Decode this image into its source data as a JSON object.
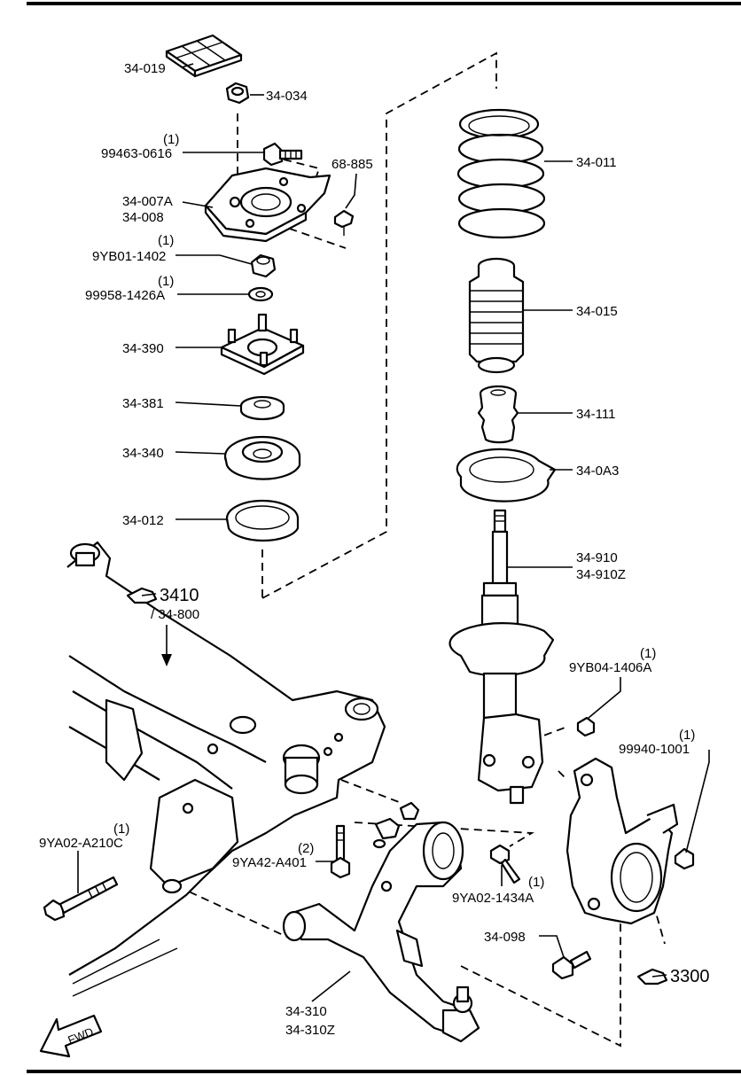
{
  "parts": {
    "p34_019": "34-019",
    "p34_034": "34-034",
    "p99463_qty": "(1)",
    "p99463": "99463-0616",
    "p68_885": "68-885",
    "p34_007a": "34-007A",
    "p34_008": "34-008",
    "p9yb01_qty": "(1)",
    "p9yb01": "9YB01-1402",
    "p99958_qty": "(1)",
    "p99958": "99958-1426A",
    "p34_390": "34-390",
    "p34_381": "34-381",
    "p34_340": "34-340",
    "p34_012": "34-012",
    "p34_011": "34-011",
    "p34_015": "34-015",
    "p34_111": "34-111",
    "p34_0a3": "34-0A3",
    "p34_910": "34-910",
    "p34_910z": "34-910Z",
    "p9yb04_qty": "(1)",
    "p9yb04": "9YB04-1406A",
    "p99940_qty": "(1)",
    "p99940": "99940-1001",
    "p9ya02a_qty": "(1)",
    "p9ya02a": "9YA02-A210C",
    "p9ya42_qty": "(2)",
    "p9ya42": "9YA42-A401",
    "p9ya02b_qty": "(1)",
    "p9ya02b": "9YA02-1434A",
    "p34_098": "34-098",
    "p34_310": "34-310",
    "p34_310z": "34-310Z"
  },
  "refs": {
    "ref3410": "3410",
    "ref34_800": "/ 34-800",
    "ref3300": "3300"
  },
  "fwd_label": "FWD"
}
